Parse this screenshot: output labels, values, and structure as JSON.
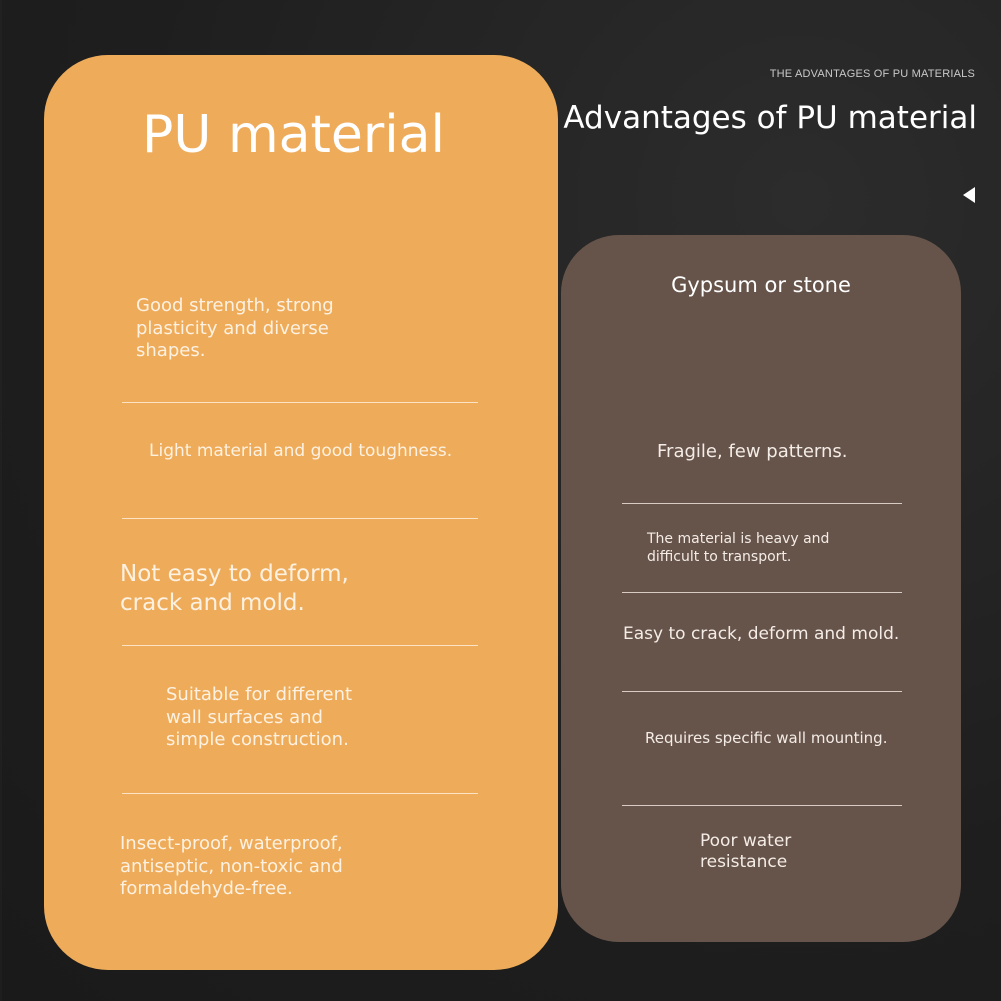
{
  "header": {
    "kicker": "THE ADVANTAGES OF PU MATERIALS",
    "title": "Advantages of PU material",
    "arrow_icon": "triangle-left-icon"
  },
  "pu_card": {
    "title": "PU material",
    "color": "#eeac5a",
    "items": [
      "Good strength, strong\nplasticity and diverse\nshapes.",
      "Light material and good toughness.",
      "Not easy to deform,\ncrack and mold.",
      "Suitable for different\nwall surfaces and\nsimple construction.",
      "Insect-proof, waterproof,\nantiseptic, non-toxic and\nformaldehyde-free."
    ]
  },
  "stone_card": {
    "title": "Gypsum or stone",
    "color": "#66544a",
    "items": [
      "Fragile, few patterns.",
      "The material is heavy and\ndifficult to transport.",
      "Easy to crack, deform and mold.",
      "Requires specific wall mounting.",
      "Poor water\nresistance"
    ]
  }
}
